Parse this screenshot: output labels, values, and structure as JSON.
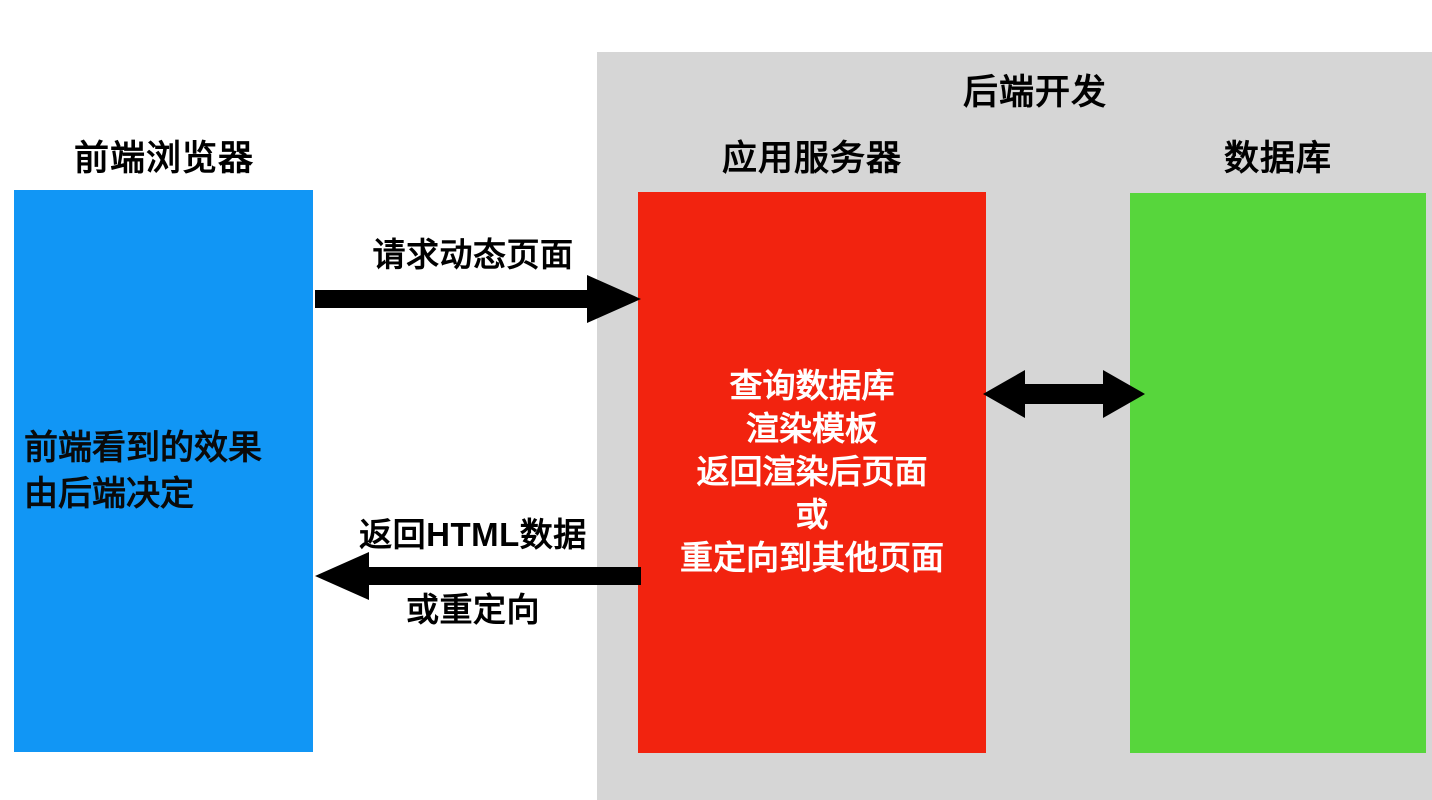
{
  "diagram": {
    "backend_panel_title": "后端开发",
    "columns": {
      "frontend_label": "前端浏览器",
      "appserver_label": "应用服务器",
      "database_label": "数据库"
    },
    "boxes": {
      "frontend_text": "前端看到的效果\n由后端决定",
      "appserver_text": "查询数据库\n渲染模板\n返回渲染后页面\n或\n重定向到其他页面",
      "database_text": ""
    },
    "arrows": {
      "request_label": "请求动态页面",
      "response_label_top": "返回HTML数据",
      "response_label_bottom": "或重定向",
      "db_arrow_label": ""
    },
    "colors": {
      "frontend_box": "#1196f5",
      "appserver_box": "#f2230f",
      "database_box": "#57d63c",
      "backend_panel": "#d6d6d6",
      "arrow": "#000000",
      "page_background": "#ffffff",
      "frontend_text": "#0a0a0a",
      "appserver_text": "#ffffff"
    }
  }
}
